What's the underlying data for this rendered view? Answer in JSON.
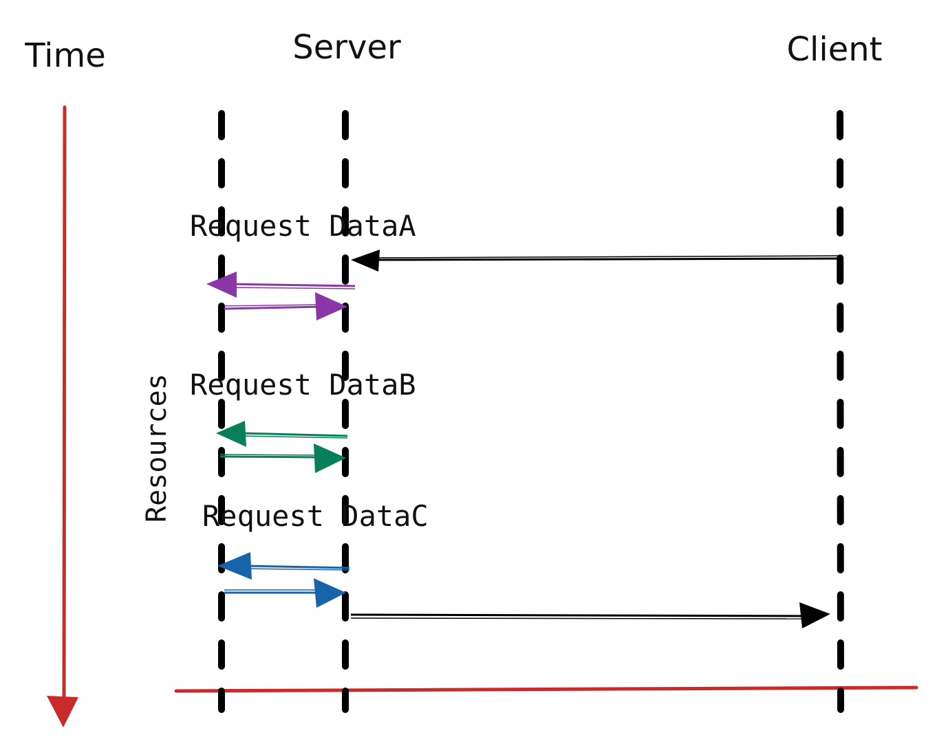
{
  "headers": {
    "time": "Time",
    "server": "Server",
    "client": "Client"
  },
  "side_label": "Resources",
  "requests": [
    {
      "label": "Request DataA",
      "color": "#8a35a8"
    },
    {
      "label": "Request DataB",
      "color": "#087f5b"
    },
    {
      "label": "Request DataC",
      "color": "#1864ab"
    }
  ],
  "colors": {
    "time_axis": "#c92a2a",
    "lifeline": "#000000",
    "message": "#000000"
  }
}
